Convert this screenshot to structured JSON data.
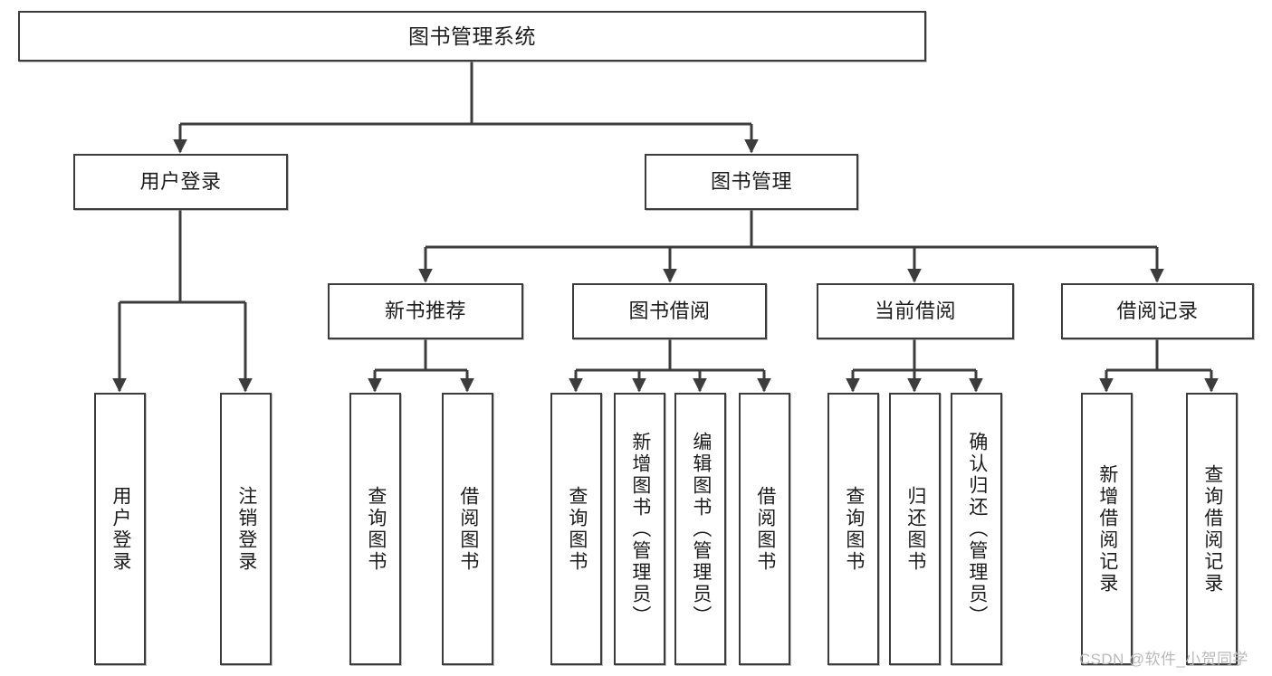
{
  "diagram": {
    "title": "图书管理系统",
    "type": "tree",
    "watermark": "CSDN @软件_小贺同学",
    "colors": {
      "node_border": "#3c3c3c",
      "node_fill": "#ffffff",
      "edge": "#3c3c3c",
      "text": "#1c1c1c",
      "watermark": "#b9b9b9"
    },
    "nodes": {
      "root": {
        "label": "图书管理系统"
      },
      "level2": [
        {
          "id": "user-login",
          "label": "用户登录"
        },
        {
          "id": "book-manage",
          "label": "图书管理"
        }
      ],
      "level3": [
        {
          "id": "new-book-recommend",
          "label": "新书推荐"
        },
        {
          "id": "book-borrow",
          "label": "图书借阅"
        },
        {
          "id": "current-borrow",
          "label": "当前借阅"
        },
        {
          "id": "borrow-record",
          "label": "借阅记录"
        }
      ],
      "leaves": {
        "user-login": [
          {
            "id": "leaf-user-login",
            "label": "用户登录"
          },
          {
            "id": "leaf-logout-login",
            "label": "注销登录"
          }
        ],
        "new-book-recommend": [
          {
            "id": "leaf-query-book-1",
            "label": "查询图书"
          },
          {
            "id": "leaf-borrow-book-1",
            "label": "借阅图书"
          }
        ],
        "book-borrow": [
          {
            "id": "leaf-query-book-2",
            "label": "查询图书"
          },
          {
            "id": "leaf-add-book",
            "label": "新增图书（管理员）"
          },
          {
            "id": "leaf-edit-book",
            "label": "编辑图书（管理员）"
          },
          {
            "id": "leaf-borrow-book-2",
            "label": "借阅图书"
          }
        ],
        "current-borrow": [
          {
            "id": "leaf-query-book-3",
            "label": "查询图书"
          },
          {
            "id": "leaf-return-book",
            "label": "归还图书"
          },
          {
            "id": "leaf-confirm-return",
            "label": "确认归还（管理员）"
          }
        ],
        "borrow-record": [
          {
            "id": "leaf-add-record",
            "label": "新增借阅记录"
          },
          {
            "id": "leaf-query-record",
            "label": "查询借阅记录"
          }
        ]
      }
    }
  }
}
